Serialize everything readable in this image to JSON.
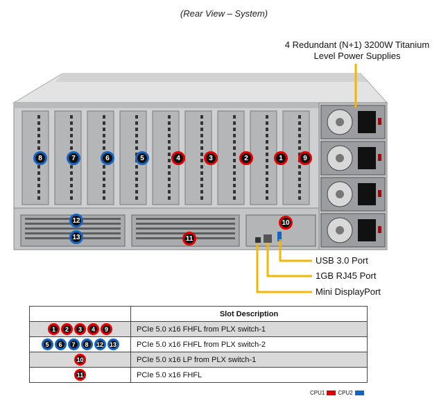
{
  "caption": "(Rear View – System)",
  "psu_label_line1": "4 Redundant (N+1) 3200W Titanium",
  "psu_label_line2": "Level Power Supplies",
  "ports": {
    "usb": "USB 3.0 Port",
    "rj45": "1GB RJ45 Port",
    "dp": "Mini DisplayPort"
  },
  "chassis_slots": [
    {
      "num": "8",
      "cpu": "blue"
    },
    {
      "num": "7",
      "cpu": "blue"
    },
    {
      "num": "6",
      "cpu": "blue"
    },
    {
      "num": "5",
      "cpu": "blue"
    },
    {
      "num": "4",
      "cpu": "red"
    },
    {
      "num": "3",
      "cpu": "red"
    },
    {
      "num": "2",
      "cpu": "red"
    },
    {
      "num": "1",
      "cpu": "red"
    },
    {
      "num": "9",
      "cpu": "red"
    },
    {
      "num": "12",
      "cpu": "blue"
    },
    {
      "num": "13",
      "cpu": "blue"
    },
    {
      "num": "11",
      "cpu": "red"
    },
    {
      "num": "10",
      "cpu": "red"
    }
  ],
  "table": {
    "header": "Slot Description",
    "rows": [
      {
        "slots": [
          {
            "n": "1",
            "c": "red"
          },
          {
            "n": "2",
            "c": "red"
          },
          {
            "n": "3",
            "c": "red"
          },
          {
            "n": "4",
            "c": "red"
          },
          {
            "n": "9",
            "c": "red"
          }
        ],
        "desc": "PCIe 5.0 x16 FHFL from PLX switch-1"
      },
      {
        "slots": [
          {
            "n": "5",
            "c": "blue"
          },
          {
            "n": "6",
            "c": "blue"
          },
          {
            "n": "7",
            "c": "blue"
          },
          {
            "n": "8",
            "c": "blue"
          },
          {
            "n": "12",
            "c": "blue"
          },
          {
            "n": "13",
            "c": "blue"
          }
        ],
        "desc": "PCIe 5.0 x16 FHFL from PLX switch-2"
      },
      {
        "slots": [
          {
            "n": "10",
            "c": "red"
          }
        ],
        "desc": "PCIe 5.0 x16 LP from PLX switch-1"
      },
      {
        "slots": [
          {
            "n": "11",
            "c": "red"
          }
        ],
        "desc": "PCIe 5.0 x16 FHFL"
      }
    ]
  },
  "legend": {
    "cpu1": "CPU1",
    "cpu2": "CPU2",
    "cpu1_color": "#e30000",
    "cpu2_color": "#1565c0"
  }
}
